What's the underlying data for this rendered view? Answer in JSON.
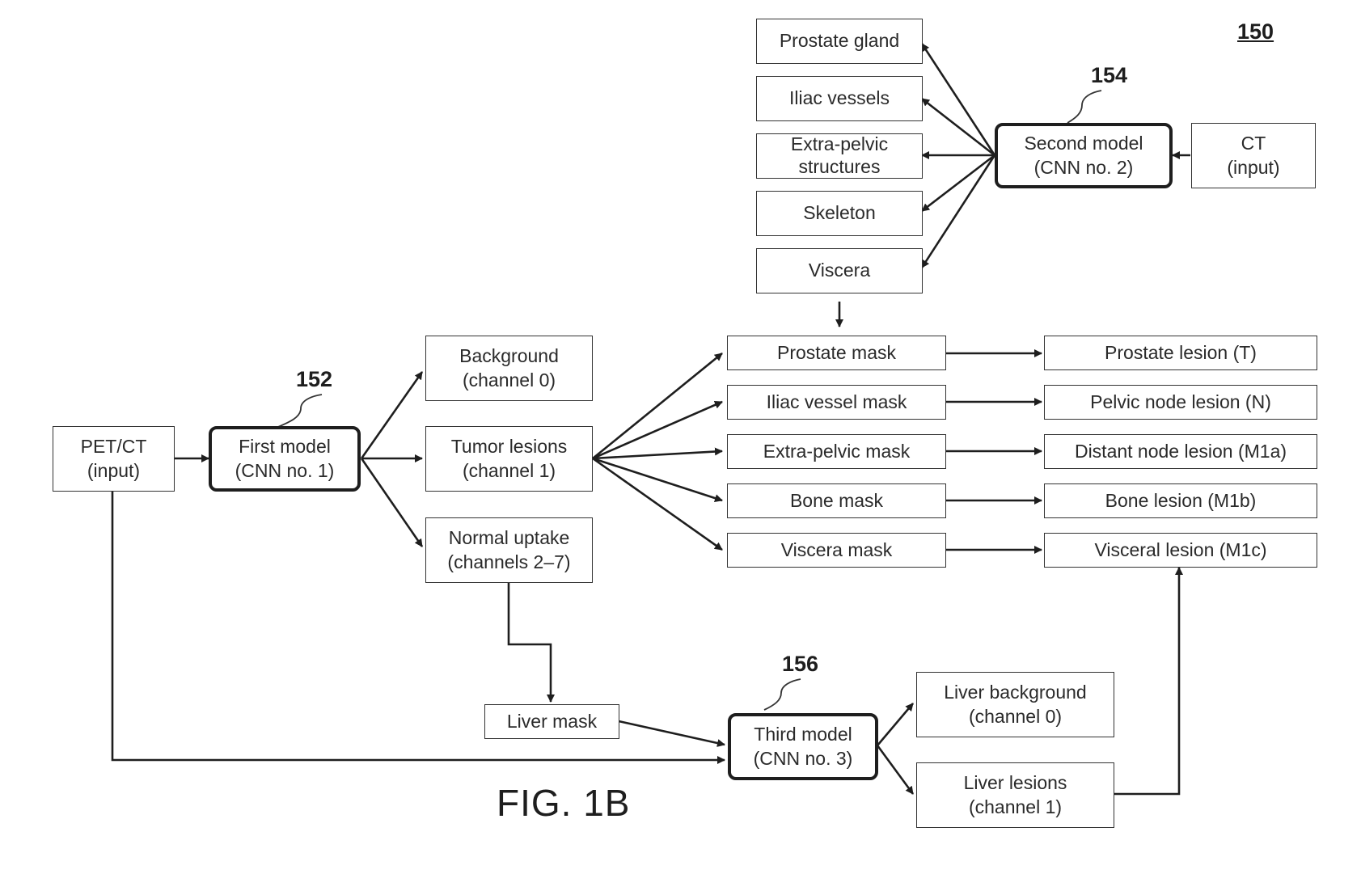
{
  "figure_number": "150",
  "caption": "FIG. 1B",
  "refs": {
    "first": "152",
    "second": "154",
    "third": "156"
  },
  "nodes": {
    "pet_ct": [
      "PET/CT",
      "(input)"
    ],
    "first_model": [
      "First model",
      "(CNN no. 1)"
    ],
    "background": [
      "Background",
      "(channel 0)"
    ],
    "tumor_lesions": [
      "Tumor lesions",
      "(channel 1)"
    ],
    "normal_uptake": [
      "Normal uptake",
      "(channels 2–7)"
    ],
    "prostate_gland": [
      "Prostate gland"
    ],
    "iliac_vessels": [
      "Iliac vessels"
    ],
    "extra_pelvic_structures": [
      "Extra-pelvic",
      "structures"
    ],
    "skeleton": [
      "Skeleton"
    ],
    "viscera": [
      "Viscera"
    ],
    "second_model": [
      "Second model",
      "(CNN no. 2)"
    ],
    "ct": [
      "CT",
      "(input)"
    ],
    "prostate_mask": [
      "Prostate mask"
    ],
    "iliac_vessel_mask": [
      "Iliac vessel mask"
    ],
    "extra_pelvic_mask": [
      "Extra-pelvic mask"
    ],
    "bone_mask": [
      "Bone mask"
    ],
    "viscera_mask": [
      "Viscera mask"
    ],
    "prostate_lesion": [
      "Prostate lesion (T)"
    ],
    "pelvic_node_lesion": [
      "Pelvic node lesion (N)"
    ],
    "distant_node_lesion": [
      "Distant node lesion (M1a)"
    ],
    "bone_lesion": [
      "Bone lesion (M1b)"
    ],
    "visceral_lesion": [
      "Visceral lesion (M1c)"
    ],
    "liver_mask": [
      "Liver mask"
    ],
    "third_model": [
      "Third model",
      "(CNN no. 3)"
    ],
    "liver_background": [
      "Liver background",
      "(channel 0)"
    ],
    "liver_lesions": [
      "Liver lesions",
      "(channel 1)"
    ]
  }
}
